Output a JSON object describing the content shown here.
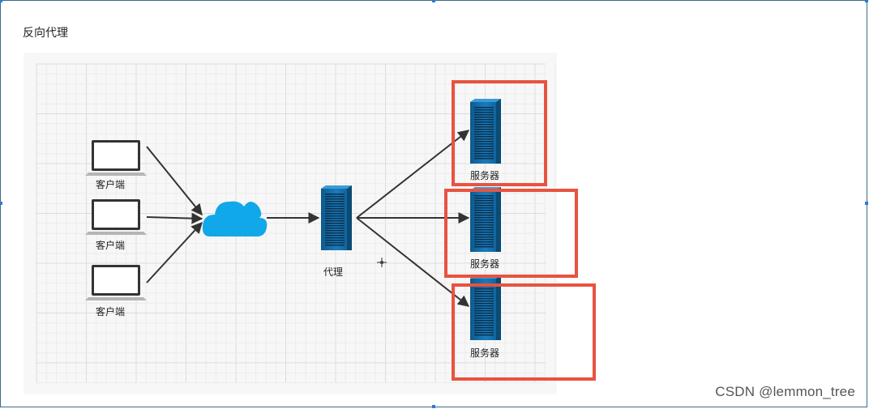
{
  "title": "反向代理",
  "diagram": {
    "clients": [
      {
        "label": "客户端"
      },
      {
        "label": "客户端"
      },
      {
        "label": "客户端"
      }
    ],
    "cloud": {
      "icon": "cloud-icon"
    },
    "proxy": {
      "label": "代理",
      "icon": "server-icon"
    },
    "servers": [
      {
        "label": "服务器",
        "icon": "server-icon",
        "highlighted": true
      },
      {
        "label": "服务器",
        "icon": "server-icon",
        "highlighted": true
      },
      {
        "label": "服务器",
        "icon": "server-icon",
        "highlighted": true
      }
    ],
    "colors": {
      "highlight": "#e8533f",
      "server": "#1a6fa8",
      "cloud": "#10a8e8",
      "arrow": "#333333"
    }
  },
  "watermark": "CSDN @lemmon_tree"
}
